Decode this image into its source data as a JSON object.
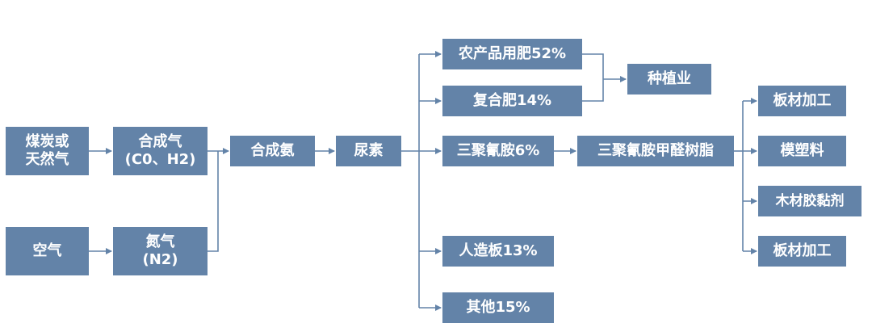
{
  "nodes": {
    "coal_gas": [
      "煤炭或",
      "天然气"
    ],
    "syngas": [
      "合成气",
      "(C0、H2)"
    ],
    "air": "空气",
    "nitrogen": [
      "氮气",
      "(N2)"
    ],
    "ammonia": "合成氨",
    "urea": "尿素",
    "agri_fertilizer": "农产品用肥52%",
    "compound_fertilizer": "复合肥14%",
    "planting": "种植业",
    "melamine": "三聚氰胺6%",
    "melamine_resin": "三聚氰胺甲醛树脂",
    "board_processing_1": "板材加工",
    "molding_compound": "模塑料",
    "wood_adhesive": "木材胶黏剂",
    "board_processing_2": "板材加工",
    "wood_panel": "人造板13%",
    "other": "其他15%"
  },
  "colors": {
    "box_fill": "#6383a8",
    "box_text": "#ffffff",
    "connector": "#6383a8"
  }
}
